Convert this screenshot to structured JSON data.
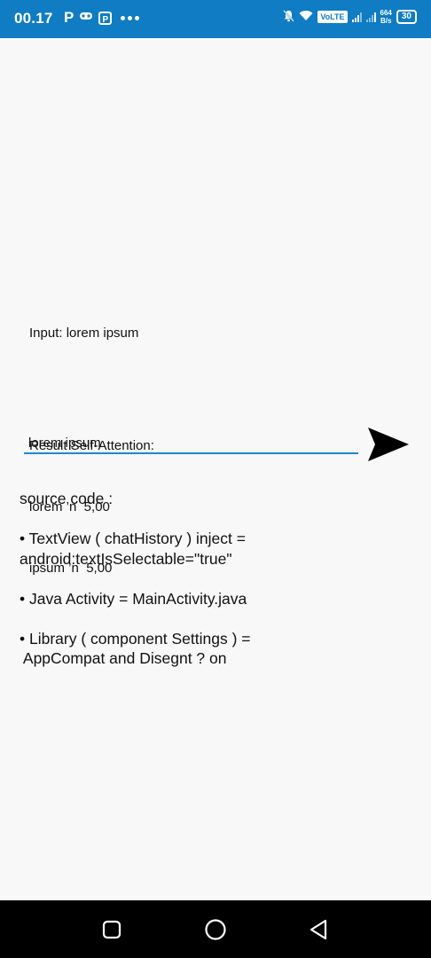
{
  "status_bar": {
    "time": "00.17",
    "left_icons": [
      "parking-icon",
      "gamepad-icon",
      "ppt-app-icon",
      "more-dots-icon"
    ],
    "volte_label": "VoLTE",
    "net_speed_value": "664",
    "net_speed_unit": "B/s",
    "battery_level": "30"
  },
  "chat_history": {
    "input_line": "Input: lorem ipsum",
    "result_title": "Result Self-Attention:",
    "result_lines": [
      "lorem ’n  5,00",
      "ipsum ’n  5,00"
    ]
  },
  "message_input": {
    "value": "lorem ipsum"
  },
  "send_button": {
    "icon": "send-icon"
  },
  "source_code": {
    "heading": "source code :",
    "item1_line1": "• TextView ( chatHistory ) inject =",
    "item1_line2": "android:textIsSelectable=\"true\"",
    "item2_line1": "• Java Activity = MainActivity.java",
    "item3_line1": "• Library ( component Settings ) =",
    "item3_line2": " AppCompat and Disegnt ? on"
  },
  "nav_bar": {
    "buttons": [
      "recents-icon",
      "home-icon",
      "back-icon"
    ]
  },
  "colors": {
    "status_bar": "#0f7cc3",
    "accent": "#1a87d0",
    "background": "#f8f8f8"
  }
}
